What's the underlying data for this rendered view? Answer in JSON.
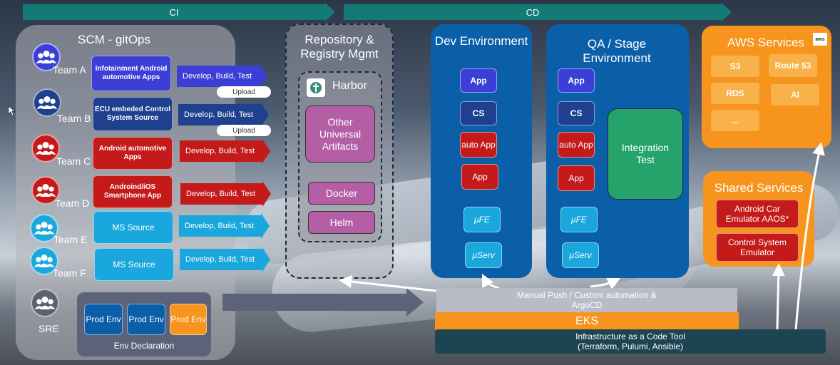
{
  "phases": {
    "ci": "CI",
    "cd": "CD"
  },
  "scm": {
    "title": "SCM - gitOps",
    "teams": [
      {
        "label": "Team A",
        "app": "Infotainment Android automotive Apps",
        "pipeline": "Develop, Build, Test"
      },
      {
        "label": "Team B",
        "app": "ECU embeded Control System Source",
        "pipeline": "Develop, Build, Test"
      },
      {
        "label": "Team C",
        "app": "Android automotive Apps",
        "pipeline": "Develop, Build, Test"
      },
      {
        "label": "Team D",
        "app": "Androind/iOS Smartphone App",
        "pipeline": "Develop, Build, Test"
      },
      {
        "label": "Team E",
        "app": "MS Source",
        "pipeline": "Develop, Build, Test"
      },
      {
        "label": "Team F",
        "app": "MS Source",
        "pipeline": "Develop, Build, Test"
      }
    ],
    "uploads": [
      "Upload",
      "Upload"
    ],
    "sre": "SRE",
    "env_declaration": {
      "label": "Env Declaration",
      "envs": [
        "Prod Env",
        "Prod Env",
        "Prod Env"
      ]
    }
  },
  "repo": {
    "title": "Repository & Registry Mgmt",
    "harbor": "Harbor",
    "artifacts": [
      "Other Universal Artifacts",
      "Docker",
      "Helm"
    ]
  },
  "dev_env": {
    "title": "Dev Environment",
    "items": [
      "App",
      "CS",
      "auto App",
      "App",
      "μFE",
      "μServ"
    ]
  },
  "qa_env": {
    "title": "QA / Stage Environment",
    "items": [
      "App",
      "CS",
      "auto App",
      "App",
      "μFE",
      "μServ"
    ],
    "integration": "Integration Test"
  },
  "aws": {
    "title": "AWS Services",
    "badge": "aws",
    "services": [
      "S3",
      "Route 53",
      "RDS",
      "AI",
      "..."
    ]
  },
  "shared": {
    "title": "Shared Services",
    "items": [
      "Android Car Emulator AAOS*",
      "Control System Emulator"
    ]
  },
  "bottom": {
    "manual_push": "Manual Push / Custom automation & ArgoCD",
    "eks": "EKS",
    "iac": "Infrastructure as a Code Tool (Terraform, Pulumi, Ansible)"
  },
  "colors": {
    "phase": "#137a76",
    "blue_dark": "#1f3f8f",
    "blue_mid": "#3b3fd6",
    "red": "#c41a1a",
    "cyan": "#1aa7dd",
    "purple": "#b45fa5",
    "orange": "#f7941d",
    "green": "#26a36b",
    "env_blue": "#0b5ea8"
  }
}
